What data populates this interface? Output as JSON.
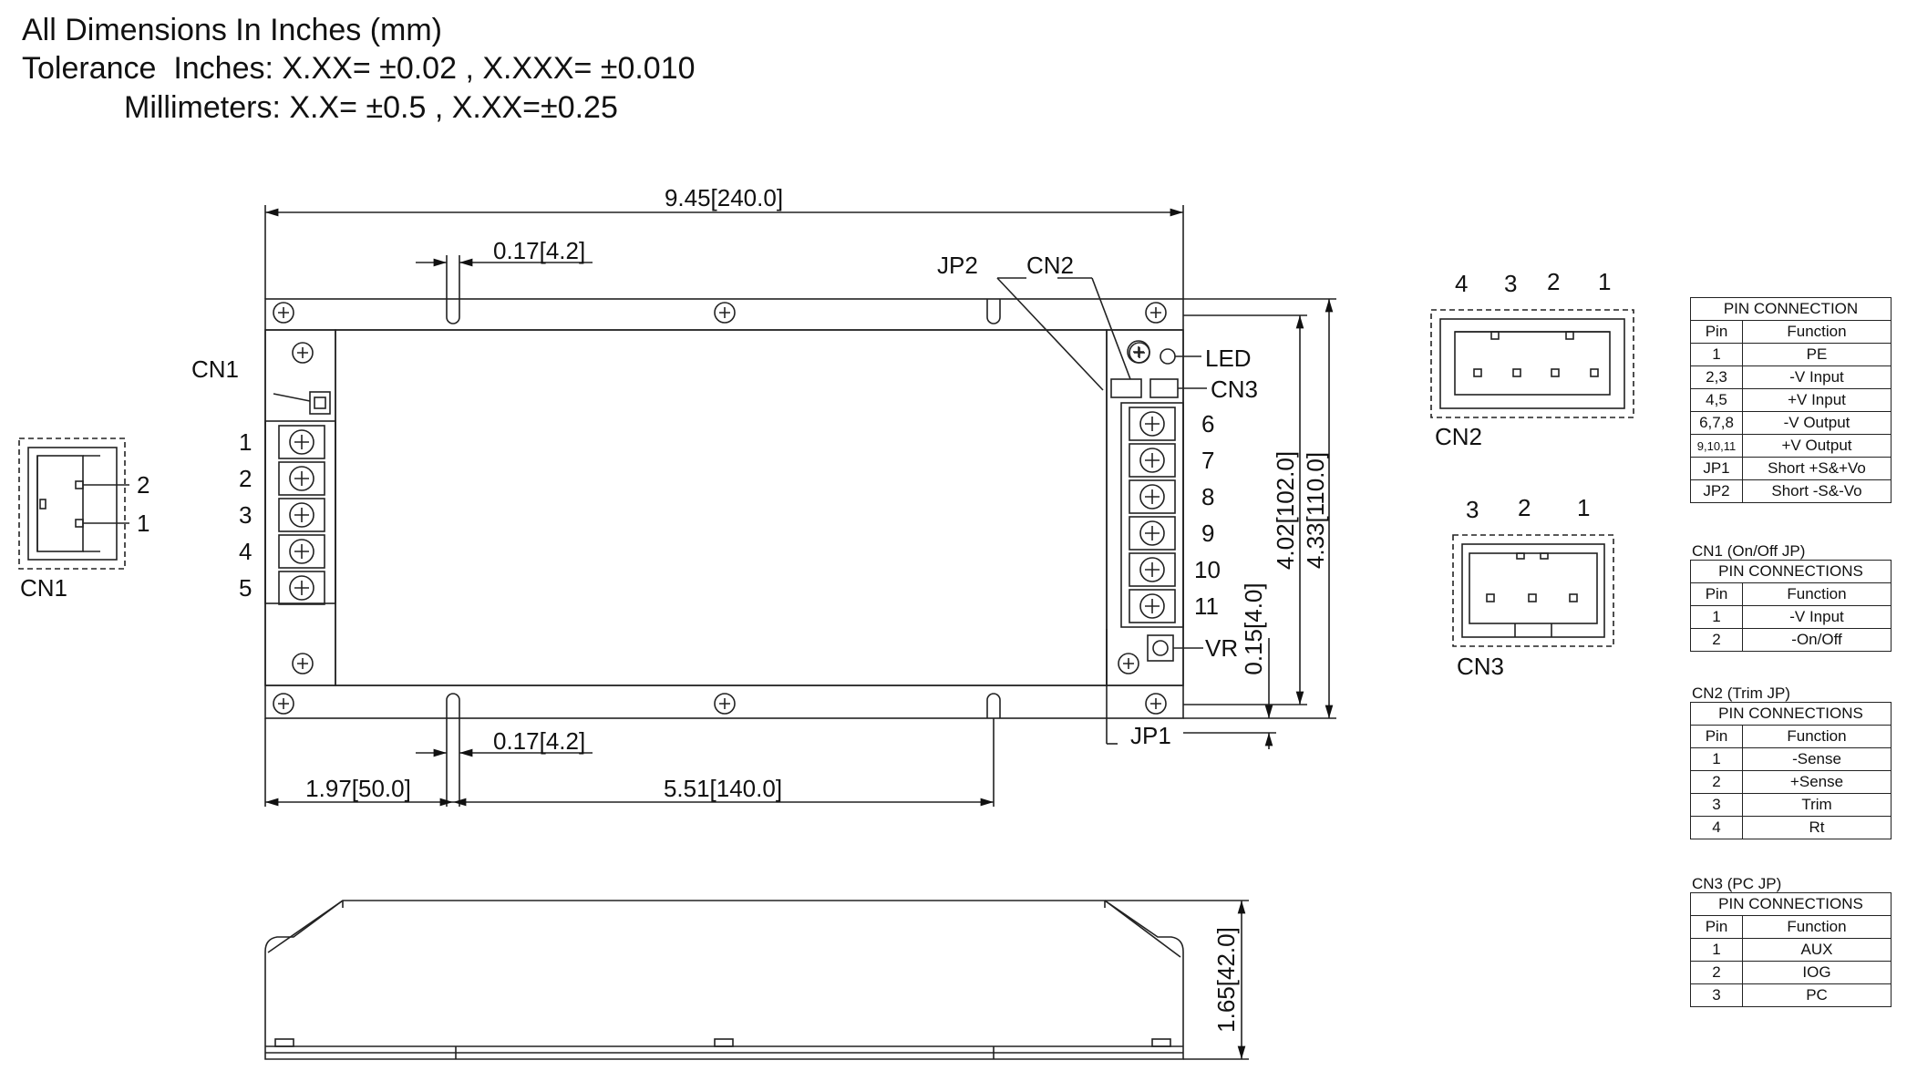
{
  "header": {
    "line1": "All Dimensions In Inches (mm)",
    "line2": "Tolerance  Inches: X.XX= ±0.02 , X.XXX= ±0.010",
    "line3": "Millimeters: X.X= ±0.5 , X.XX=±0.25"
  },
  "dims": {
    "width": "9.45[240.0]",
    "slot_top": "0.17[4.2]",
    "slot_bottom": "0.17[4.2]",
    "offset_left": "1.97[50.0]",
    "slot_pitch": "5.51[140.0]",
    "height_inner": "4.02[102.0]",
    "height_outer": "4.33[110.0]",
    "flange": "0.15[4.0]",
    "thickness": "1.65[42.0]"
  },
  "labels": {
    "cn1": "CN1",
    "cn2": "CN2",
    "cn3": "CN3",
    "jp1": "JP1",
    "jp2": "JP2",
    "led": "LED",
    "vr": "VR",
    "left_terminals": [
      "1",
      "2",
      "3",
      "4",
      "5"
    ],
    "right_terminals": [
      "6",
      "7",
      "8",
      "9",
      "10",
      "11"
    ],
    "cn1_pins": [
      "2",
      "1"
    ],
    "cn2_pins": [
      "4",
      "3",
      "2",
      "1"
    ],
    "cn3_pins": [
      "3",
      "2",
      "1"
    ]
  },
  "tables": {
    "main": {
      "title": "PIN CONNECTION",
      "header": [
        "Pin",
        "Function"
      ],
      "rows": [
        [
          "1",
          "PE"
        ],
        [
          "2,3",
          "-V Input"
        ],
        [
          "4,5",
          "+V Input"
        ],
        [
          "6,7,8",
          "-V Output"
        ],
        [
          "9,10,11",
          "+V Output"
        ],
        [
          "JP1",
          "Short +S&+Vo"
        ],
        [
          "JP2",
          "Short -S&-Vo"
        ]
      ]
    },
    "cn1": {
      "caption": "CN1 (On/Off JP)",
      "title": "PIN CONNECTIONS",
      "header": [
        "Pin",
        "Function"
      ],
      "rows": [
        [
          "1",
          "-V Input"
        ],
        [
          "2",
          "-On/Off"
        ]
      ]
    },
    "cn2": {
      "caption": "CN2 (Trim JP)",
      "title": "PIN CONNECTIONS",
      "header": [
        "Pin",
        "Function"
      ],
      "rows": [
        [
          "1",
          "-Sense"
        ],
        [
          "2",
          "+Sense"
        ],
        [
          "3",
          "Trim"
        ],
        [
          "4",
          "Rt"
        ]
      ]
    },
    "cn3": {
      "caption": "CN3 (PC JP)",
      "title": "PIN CONNECTIONS",
      "header": [
        "Pin",
        "Function"
      ],
      "rows": [
        [
          "1",
          "AUX"
        ],
        [
          "2",
          "IOG"
        ],
        [
          "3",
          "PC"
        ]
      ]
    }
  }
}
